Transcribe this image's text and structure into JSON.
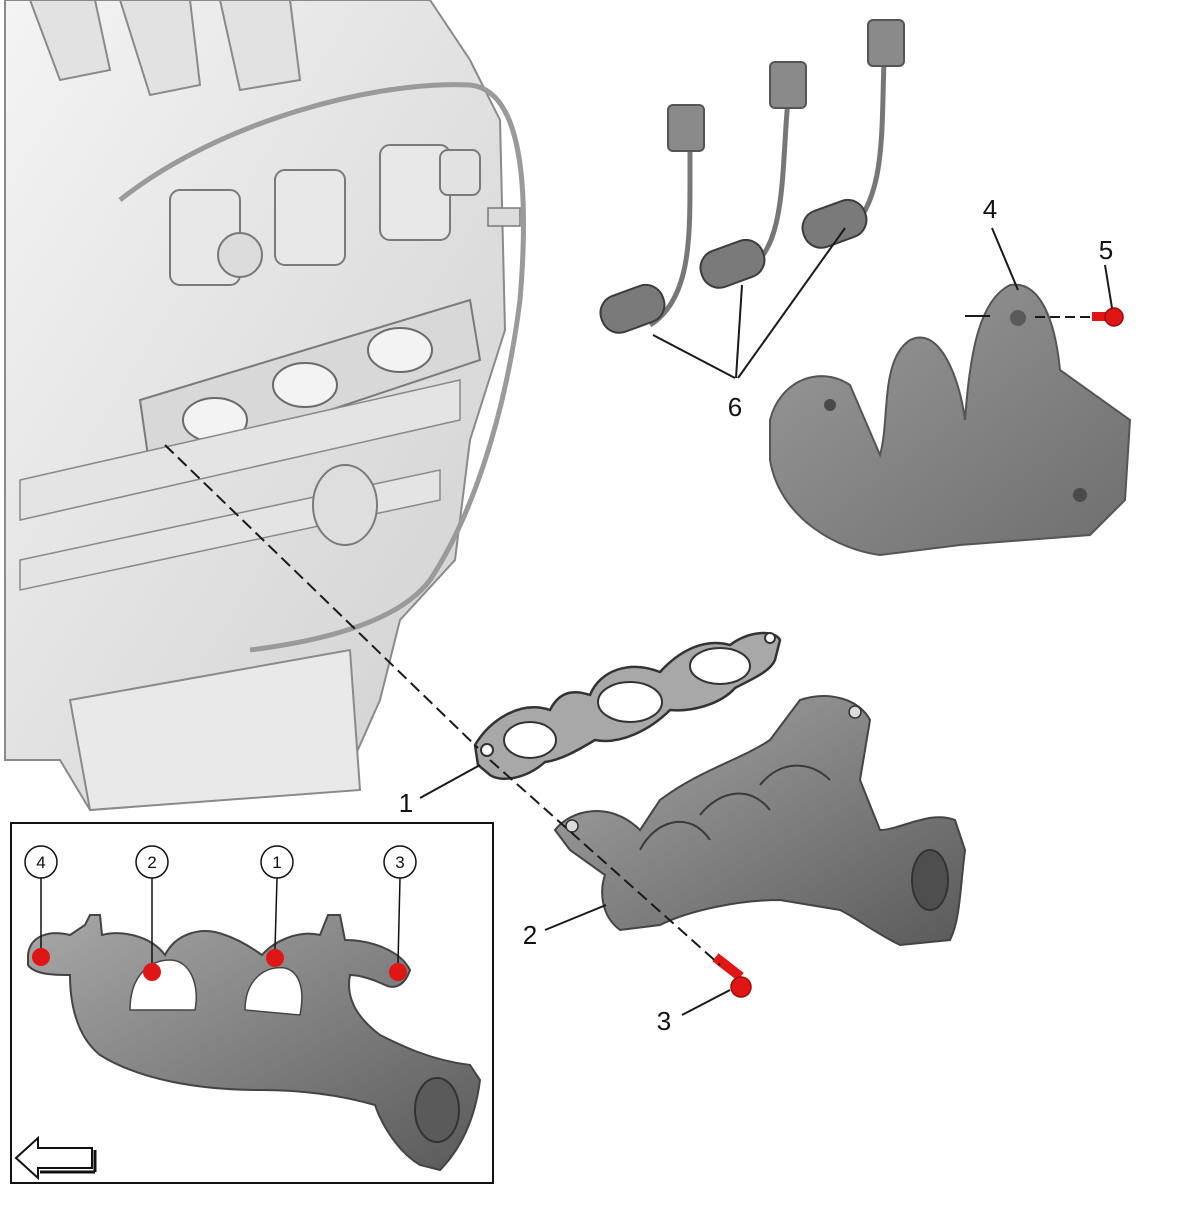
{
  "callouts": {
    "gasket": "1",
    "manifold": "2",
    "manifold_bolt": "3",
    "heat_shield": "4",
    "heat_shield_bolt": "5",
    "oxygen_sensor_harness": "6"
  },
  "inset": {
    "sequence_labels": [
      "4",
      "2",
      "1",
      "3"
    ]
  },
  "colors": {
    "bolt_highlight": "#e01515",
    "part_gray": "#8c8c8c",
    "engine_light": "#ececec",
    "line": "#1a1a1a"
  },
  "icons": {
    "direction": "arrow-left-icon"
  }
}
